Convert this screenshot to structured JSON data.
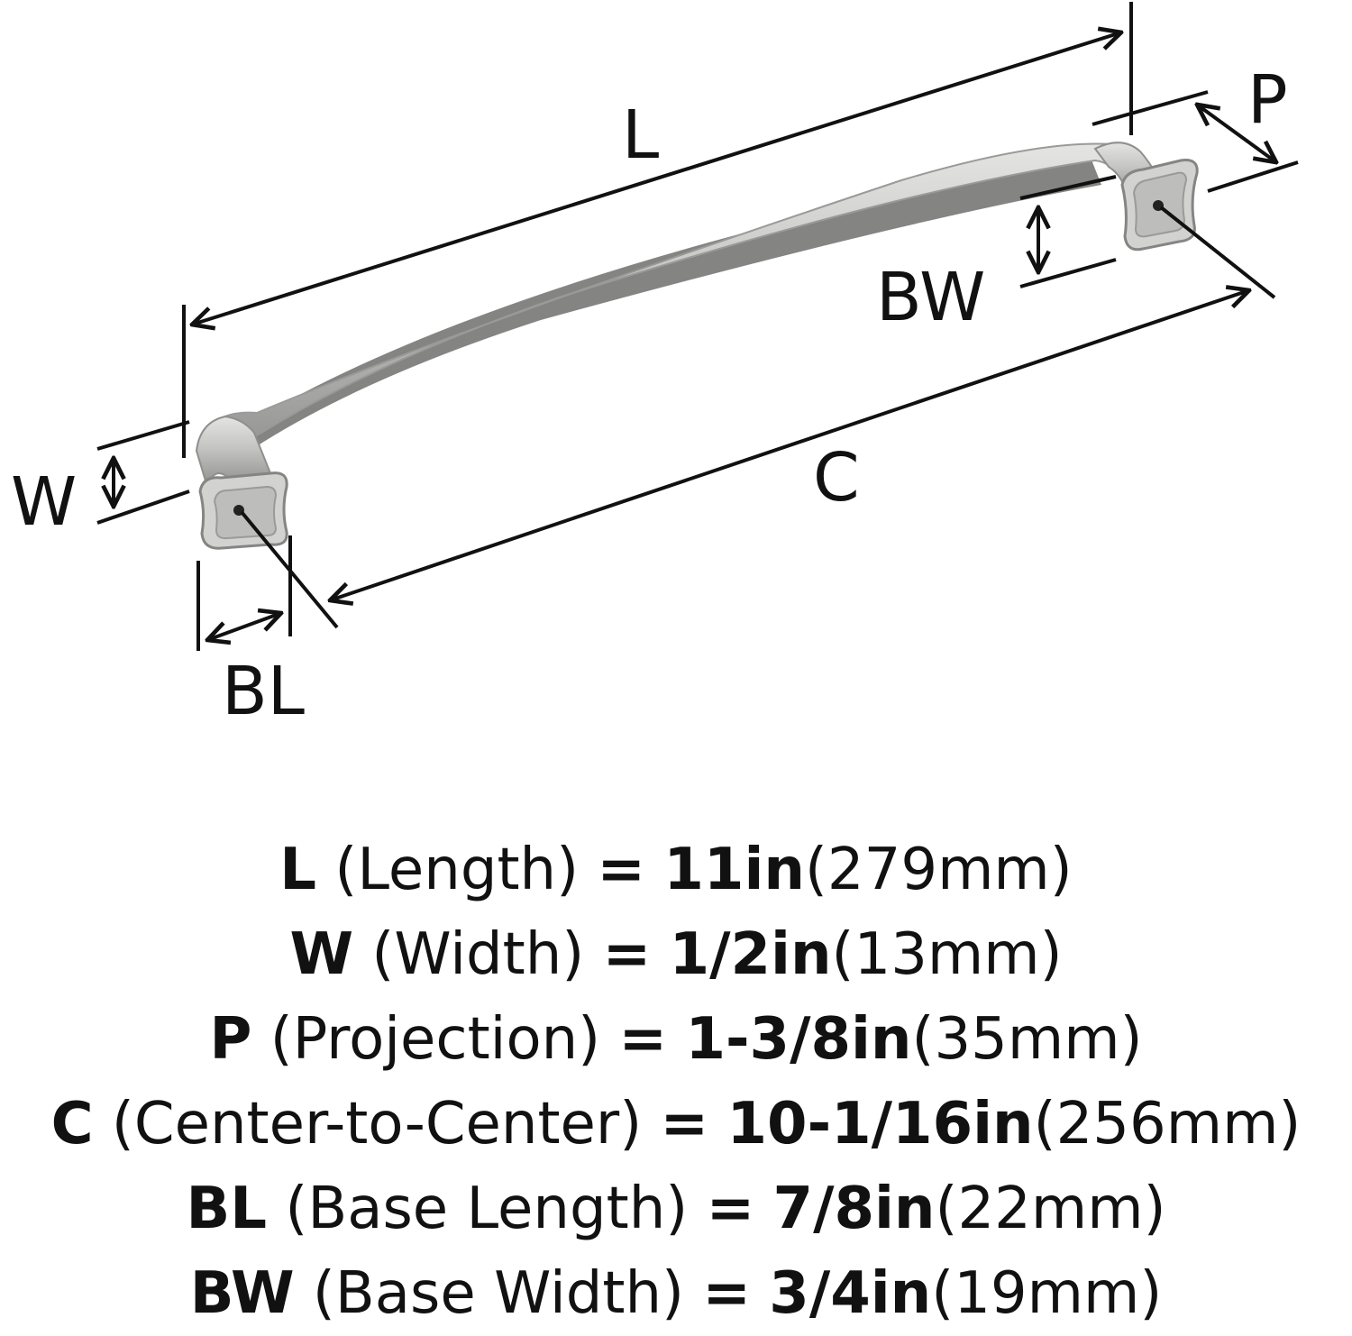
{
  "diagram": {
    "labels": {
      "L": "L",
      "W": "W",
      "P": "P",
      "BW": "BW",
      "C": "C",
      "BL": "BL"
    },
    "handle_color": "#c9c9c7"
  },
  "specs": [
    {
      "key": "L",
      "desc": "(Length)",
      "eq": "=",
      "value": "11in",
      "metric": "(279mm)"
    },
    {
      "key": "W",
      "desc": "(Width)",
      "eq": "=",
      "value": "1/2in",
      "metric": "(13mm)"
    },
    {
      "key": "P",
      "desc": "(Projection)",
      "eq": "=",
      "value": "1-3/8in",
      "metric": "(35mm)"
    },
    {
      "key": "C",
      "desc": "(Center-to-Center)",
      "eq": "=",
      "value": "10-1/16in",
      "metric": "(256mm)"
    },
    {
      "key": "BL",
      "desc": "(Base Length)",
      "eq": "=",
      "value": "7/8in",
      "metric": "(22mm)"
    },
    {
      "key": "BW",
      "desc": "(Base Width)",
      "eq": "=",
      "value": "3/4in",
      "metric": "(19mm)"
    }
  ]
}
